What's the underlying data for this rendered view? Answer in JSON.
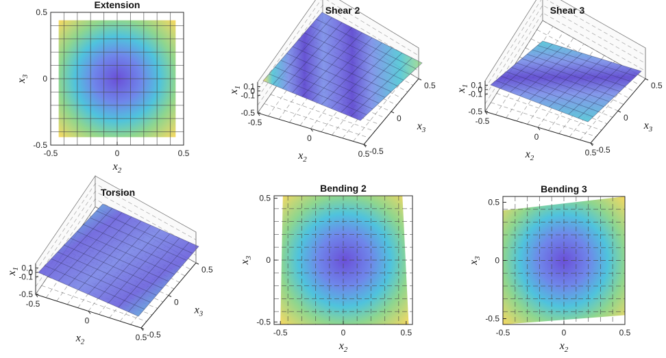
{
  "chart_data": [
    {
      "type": "heatmap",
      "title": "Extension",
      "xlabel": "x",
      "xlabel_sub": "2",
      "ylabel": "x",
      "ylabel_sub": "3",
      "xlim": [
        -0.5,
        0.5
      ],
      "ylim": [
        -0.5,
        0.5
      ],
      "xticks": [
        "-0.5",
        "0",
        "0.5"
      ],
      "yticks": [
        "-0.5",
        "0",
        "0.5"
      ],
      "surface_extent": [
        -0.44,
        0.44
      ],
      "grid": true
    },
    {
      "type": "surface3d",
      "title": "Shear 2",
      "xlabel": "x",
      "xlabel_sub": "2",
      "ylabel": "x",
      "ylabel_sub": "3",
      "zlabel": "x",
      "zlabel_sub": "1",
      "x_ticks": [
        "-0.5",
        "0",
        "0.5"
      ],
      "y_ticks": [
        "-0.5",
        "0",
        "0.5"
      ],
      "z_ticks": [
        "-0.5",
        "-0.1",
        "0",
        "0.1"
      ],
      "zlim": [
        -0.5,
        0.2
      ],
      "grid": true
    },
    {
      "type": "surface3d",
      "title": "Shear 3",
      "xlabel": "x",
      "xlabel_sub": "2",
      "ylabel": "x",
      "ylabel_sub": "3",
      "zlabel": "x",
      "zlabel_sub": "1",
      "x_ticks": [
        "-0.5",
        "0",
        "0.5"
      ],
      "y_ticks": [
        "-0.5",
        "0",
        "0.5"
      ],
      "z_ticks": [
        "-0.5",
        "-0.1",
        "0",
        "0.1"
      ],
      "zlim": [
        -0.5,
        0.2
      ],
      "grid": true
    },
    {
      "type": "surface3d",
      "title": "Torsion",
      "xlabel": "x",
      "xlabel_sub": "2",
      "ylabel": "x",
      "ylabel_sub": "3",
      "zlabel": "x",
      "zlabel_sub": "1",
      "x_ticks": [
        "-0.5",
        "0",
        "0.5"
      ],
      "y_ticks": [
        "-0.5",
        "0",
        "0.5"
      ],
      "z_ticks": [
        "-0.5",
        "-0.1",
        "0",
        "0.1"
      ],
      "zlim": [
        -0.5,
        0.2
      ],
      "grid": true
    },
    {
      "type": "heatmap",
      "title": "Bending 2",
      "xlabel": "x",
      "xlabel_sub": "2",
      "ylabel": "x",
      "ylabel_sub": "3",
      "xlim": [
        -0.55,
        0.55
      ],
      "ylim": [
        -0.52,
        0.52
      ],
      "xticks": [
        "-0.5",
        "0",
        "0.5"
      ],
      "yticks": [
        "-0.5",
        "0",
        "0.5"
      ],
      "grid": true
    },
    {
      "type": "heatmap",
      "title": "Bending 3",
      "xlabel": "x",
      "xlabel_sub": "2",
      "ylabel": "x",
      "ylabel_sub": "3",
      "xlim": [
        -0.5,
        0.5
      ],
      "ylim": [
        -0.55,
        0.55
      ],
      "xticks": [
        "-0.5",
        "0",
        "0.5"
      ],
      "yticks": [
        "-0.5",
        "0",
        "0.5"
      ],
      "grid": true
    }
  ]
}
